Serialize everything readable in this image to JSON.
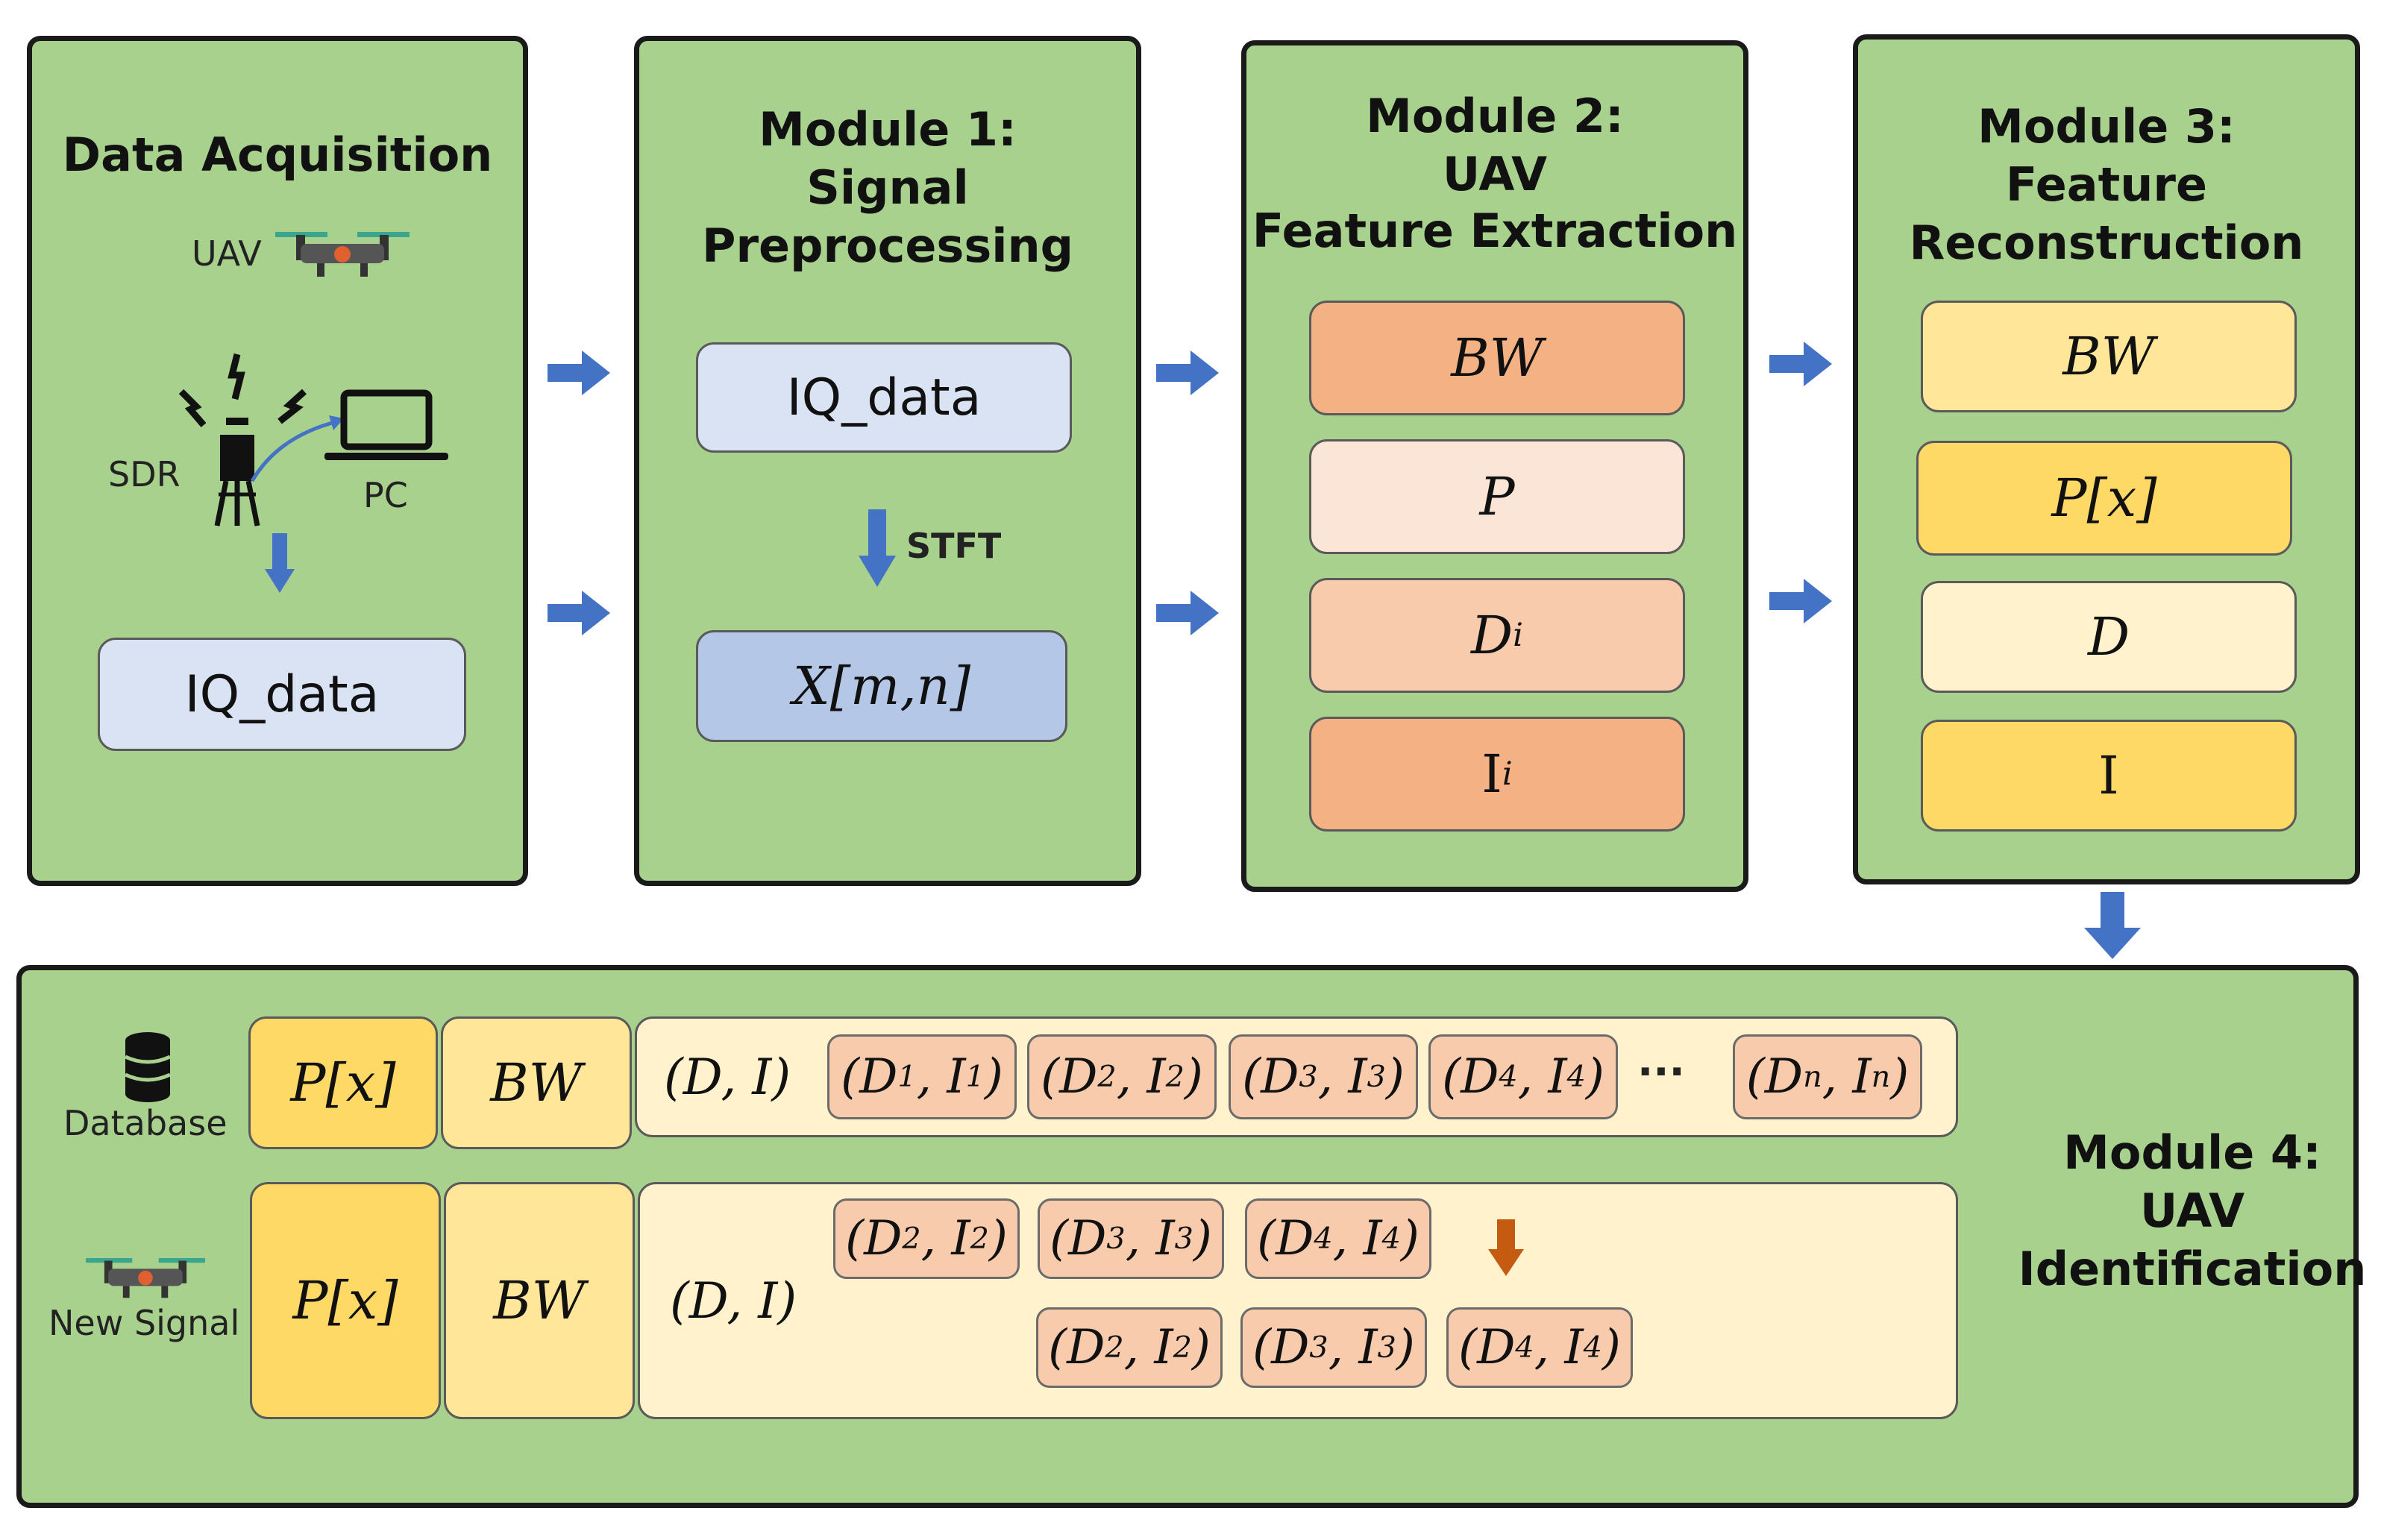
{
  "panels": {
    "acq": {
      "title": "Data Acquisition",
      "uav_label": "UAV",
      "sdr_label": "SDR",
      "pc_label": "PC",
      "output": "IQ_data"
    },
    "m1": {
      "title_l1": "Module 1:",
      "title_l2": "Signal",
      "title_l3": "Preprocessing",
      "input": "IQ_data",
      "stft_label": "STFT",
      "output": "X[m,n]"
    },
    "m2": {
      "title_l1": "Module 2:",
      "title_l2": "UAV",
      "title_l3": "Feature Extraction",
      "features": [
        "BW",
        "P",
        "D",
        "I"
      ],
      "feature_subs": [
        "",
        "",
        "i",
        "i"
      ]
    },
    "m3": {
      "title_l1": "Module 3:",
      "title_l2": "Feature",
      "title_l3": "Reconstruction",
      "features": [
        "BW",
        "P[x]",
        "D",
        "I"
      ]
    },
    "m4": {
      "title_l1": "Module 4:",
      "title_l2": "UAV",
      "title_l3": "Identification",
      "database_label": "Database",
      "new_signal_label": "New Signal",
      "row1": {
        "px": "P[x]",
        "bw": "BW",
        "di": "(D, I)",
        "pairs": [
          [
            "1",
            "1"
          ],
          [
            "2",
            "2"
          ],
          [
            "3",
            "3"
          ],
          [
            "4",
            "4"
          ]
        ],
        "ellipsis": "···",
        "last_pair": [
          "n",
          "n"
        ]
      },
      "row2": {
        "px": "P[x]",
        "bw": "BW",
        "di": "(D, I)",
        "pairs_top": [
          [
            "2",
            "2"
          ],
          [
            "3",
            "3"
          ],
          [
            "4",
            "4"
          ]
        ],
        "pairs_bottom": [
          [
            "2",
            "2"
          ],
          [
            "3",
            "3"
          ],
          [
            "4",
            "4"
          ]
        ]
      }
    }
  },
  "colors": {
    "panel": "#a9d18e",
    "arrow_blue": "#4472c4",
    "arrow_orange": "#c55a11"
  }
}
